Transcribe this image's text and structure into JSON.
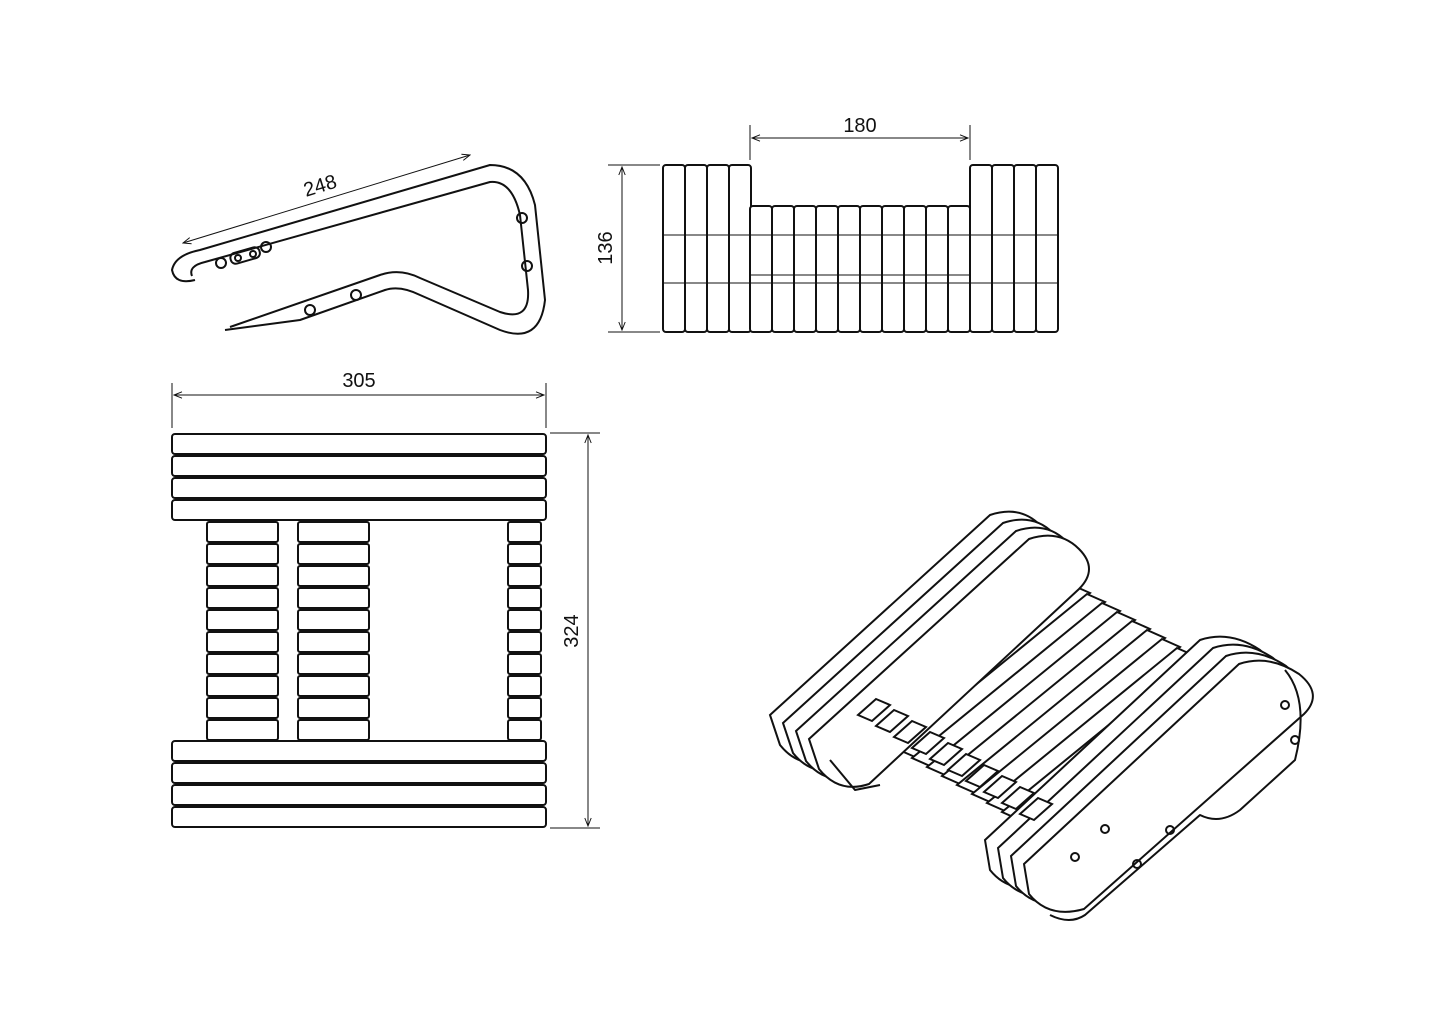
{
  "dimensions": {
    "side_length": "248",
    "front_inner_width": "180",
    "front_height": "136",
    "top_width": "305",
    "top_depth": "324"
  },
  "colors": {
    "line": "#111111",
    "background": "#ffffff"
  }
}
